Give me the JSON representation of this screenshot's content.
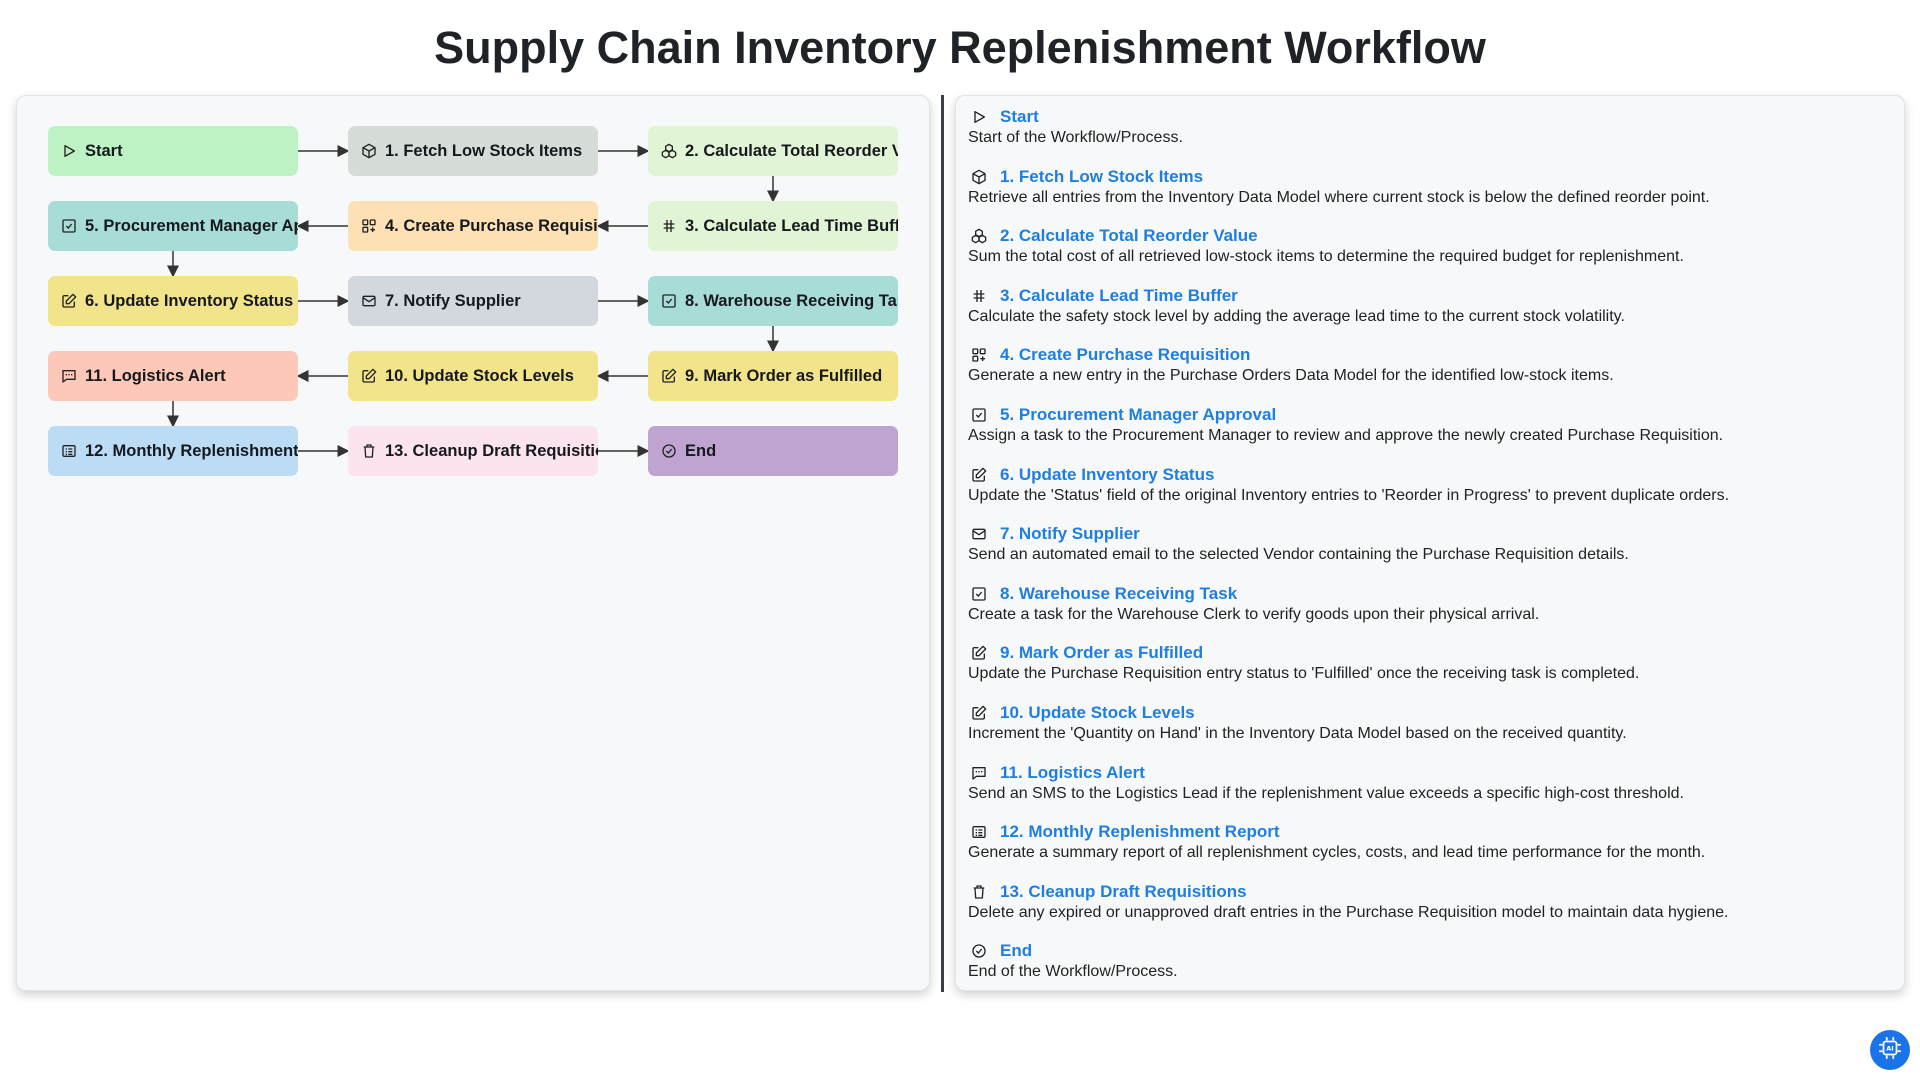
{
  "title": "Supply Chain Inventory Replenishment Workflow",
  "colors": {
    "start": "#bdf2c4",
    "fetch": "#d6ddd8",
    "calc": "#e2f4d6",
    "req": "#fde0b4",
    "task": "#a8dcd6",
    "update": "#f2e48a",
    "notify": "#d3d8de",
    "alert": "#fdc8b8",
    "report": "#bcdcf6",
    "cleanup": "#fbe4ee",
    "end": "#bfa4d2",
    "link": "#1e7fe0"
  },
  "diagram": {
    "nodes": [
      {
        "id": "start",
        "label": "Start",
        "icon": "play-icon",
        "color": "#bdf2c4"
      },
      {
        "id": "n1",
        "label": "1. Fetch Low Stock Items",
        "icon": "box-icon",
        "color": "#d6ddd8"
      },
      {
        "id": "n2",
        "label": "2. Calculate Total Reorder Value",
        "icon": "boxes-icon",
        "color": "#e2f4d6"
      },
      {
        "id": "n3",
        "label": "3. Calculate Lead Time Buffer",
        "icon": "hash-icon",
        "color": "#e2f4d6"
      },
      {
        "id": "n4",
        "label": "4. Create Purchase Requisition",
        "icon": "grid-plus-icon",
        "color": "#fde0b4"
      },
      {
        "id": "n5",
        "label": "5. Procurement Manager Approval",
        "icon": "checkbox-icon",
        "color": "#a8dcd6"
      },
      {
        "id": "n6",
        "label": "6. Update Inventory Status",
        "icon": "edit-icon",
        "color": "#f2e48a"
      },
      {
        "id": "n7",
        "label": "7. Notify Supplier",
        "icon": "mail-icon",
        "color": "#d3d8de"
      },
      {
        "id": "n8",
        "label": "8. Warehouse Receiving Task",
        "icon": "checkbox-icon",
        "color": "#a8dcd6"
      },
      {
        "id": "n9",
        "label": "9. Mark Order as Fulfilled",
        "icon": "edit-icon",
        "color": "#f2e48a"
      },
      {
        "id": "n10",
        "label": "10. Update Stock Levels",
        "icon": "edit-icon",
        "color": "#f2e48a"
      },
      {
        "id": "n11",
        "label": "11. Logistics Alert",
        "icon": "sms-icon",
        "color": "#fdc8b8"
      },
      {
        "id": "n12",
        "label": "12. Monthly Replenishment Report",
        "icon": "report-icon",
        "color": "#bcdcf6"
      },
      {
        "id": "n13",
        "label": "13. Cleanup Draft Requisitions",
        "icon": "trash-icon",
        "color": "#fbe4ee"
      },
      {
        "id": "end",
        "label": "End",
        "icon": "check-circle-icon",
        "color": "#bfa4d2"
      }
    ]
  },
  "steps": [
    {
      "title": "Start",
      "icon": "play-icon",
      "desc": "Start of the Workflow/Process."
    },
    {
      "title": "1. Fetch Low Stock Items",
      "icon": "box-icon",
      "desc": "Retrieve all entries from the Inventory Data Model where current stock is below the defined reorder point."
    },
    {
      "title": "2. Calculate Total Reorder Value",
      "icon": "boxes-icon",
      "desc": "Sum the total cost of all retrieved low-stock items to determine the required budget for replenishment."
    },
    {
      "title": "3. Calculate Lead Time Buffer",
      "icon": "hash-icon",
      "desc": "Calculate the safety stock level by adding the average lead time to the current stock volatility."
    },
    {
      "title": "4. Create Purchase Requisition",
      "icon": "grid-plus-icon",
      "desc": "Generate a new entry in the Purchase Orders Data Model for the identified low-stock items."
    },
    {
      "title": "5. Procurement Manager Approval",
      "icon": "checkbox-icon",
      "desc": "Assign a task to the Procurement Manager to review and approve the newly created Purchase Requisition."
    },
    {
      "title": "6. Update Inventory Status",
      "icon": "edit-icon",
      "desc": "Update the 'Status' field of the original Inventory entries to 'Reorder in Progress' to prevent duplicate orders."
    },
    {
      "title": "7. Notify Supplier",
      "icon": "mail-icon",
      "desc": "Send an automated email to the selected Vendor containing the Purchase Requisition details."
    },
    {
      "title": "8. Warehouse Receiving Task",
      "icon": "checkbox-icon",
      "desc": "Create a task for the Warehouse Clerk to verify goods upon their physical arrival."
    },
    {
      "title": "9. Mark Order as Fulfilled",
      "icon": "edit-icon",
      "desc": "Update the Purchase Requisition entry status to 'Fulfilled' once the receiving task is completed."
    },
    {
      "title": "10. Update Stock Levels",
      "icon": "edit-icon",
      "desc": "Increment the 'Quantity on Hand' in the Inventory Data Model based on the received quantity."
    },
    {
      "title": "11. Logistics Alert",
      "icon": "sms-icon",
      "desc": "Send an SMS to the Logistics Lead if the replenishment value exceeds a specific high-cost threshold."
    },
    {
      "title": "12. Monthly Replenishment Report",
      "icon": "report-icon",
      "desc": "Generate a summary report of all replenishment cycles, costs, and lead time performance for the month."
    },
    {
      "title": "13. Cleanup Draft Requisitions",
      "icon": "trash-icon",
      "desc": "Delete any expired or unapproved draft entries in the Purchase Requisition model to maintain data hygiene."
    },
    {
      "title": "End",
      "icon": "check-circle-icon",
      "desc": "End of the Workflow/Process."
    }
  ],
  "badge_icon": "ai-chip-icon"
}
